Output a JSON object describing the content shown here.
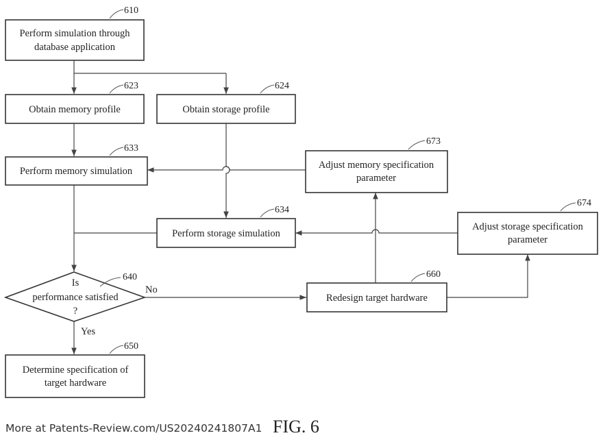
{
  "figure_label": "FIG. 6",
  "watermark": "More at Patents-Review.com/US20240241807A1",
  "steps": {
    "s610": {
      "ref": "610",
      "line1": "Perform simulation through",
      "line2": "database application"
    },
    "s623": {
      "ref": "623",
      "line1": "Obtain memory profile"
    },
    "s624": {
      "ref": "624",
      "line1": "Obtain storage profile"
    },
    "s633": {
      "ref": "633",
      "line1": "Perform memory simulation"
    },
    "s634": {
      "ref": "634",
      "line1": "Perform storage simulation"
    },
    "s640": {
      "ref": "640",
      "line1": "Is",
      "line2": "performance satisfied",
      "line3": "?"
    },
    "s650": {
      "ref": "650",
      "line1": "Determine specification of",
      "line2": "target hardware"
    },
    "s660": {
      "ref": "660",
      "line1": "Redesign target hardware"
    },
    "s673": {
      "ref": "673",
      "line1": "Adjust memory specification",
      "line2": "parameter"
    },
    "s674": {
      "ref": "674",
      "line1": "Adjust storage specification",
      "line2": "parameter"
    }
  },
  "branch_labels": {
    "no": "No",
    "yes": "Yes"
  }
}
